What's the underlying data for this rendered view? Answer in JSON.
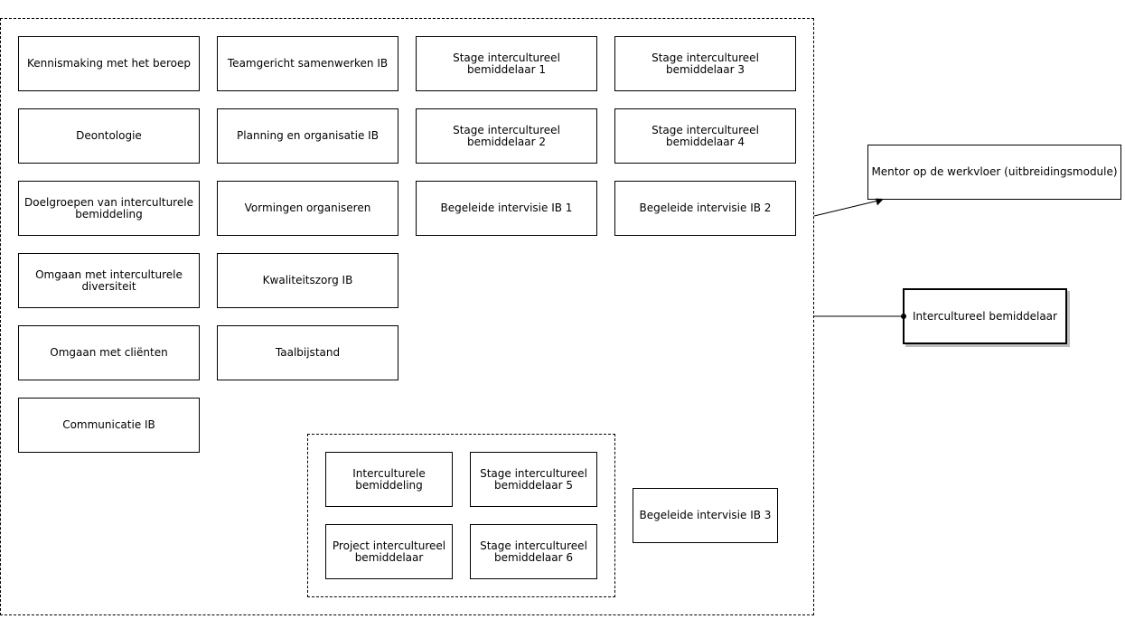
{
  "modules": {
    "kennismaking": "Kennismaking met het beroep",
    "teamgericht": "Teamgericht samenwerken IB",
    "stage_1": "Stage intercultureel\nbemiddelaar 1",
    "stage_3": "Stage intercultureel\nbemiddelaar 3",
    "deontologie": "Deontologie",
    "planning": "Planning en organisatie IB",
    "stage_2": "Stage intercultureel\nbemiddelaar 2",
    "stage_4": "Stage intercultureel\nbemiddelaar 4",
    "doelgroepen": "Doelgroepen van interculturele\nbemiddeling",
    "vormingen": "Vormingen organiseren",
    "intervisie_1": "Begeleide intervisie IB 1",
    "intervisie_2": "Begeleide intervisie IB 2",
    "diversiteit": "Omgaan met interculturele\ndiversiteit",
    "kwaliteitszorg": "Kwaliteitszorg IB",
    "clienten": "Omgaan met cliënten",
    "taalbijstand": "Taalbijstand",
    "communicatie": "Communicatie IB",
    "interculturele_bemiddeling": "Interculturele\nbemiddeling",
    "stage_5": "Stage intercultureel\nbemiddelaar 5",
    "project": "Project intercultureel\nbemiddelaar",
    "stage_6": "Stage intercultureel\nbemiddelaar 6",
    "intervisie_3": "Begeleide intervisie IB 3"
  },
  "outcomes": {
    "mentor": "Mentor op de werkvloer (uitbreidingsmodule)",
    "bemiddelaar": "Intercultureel bemiddelaar"
  }
}
